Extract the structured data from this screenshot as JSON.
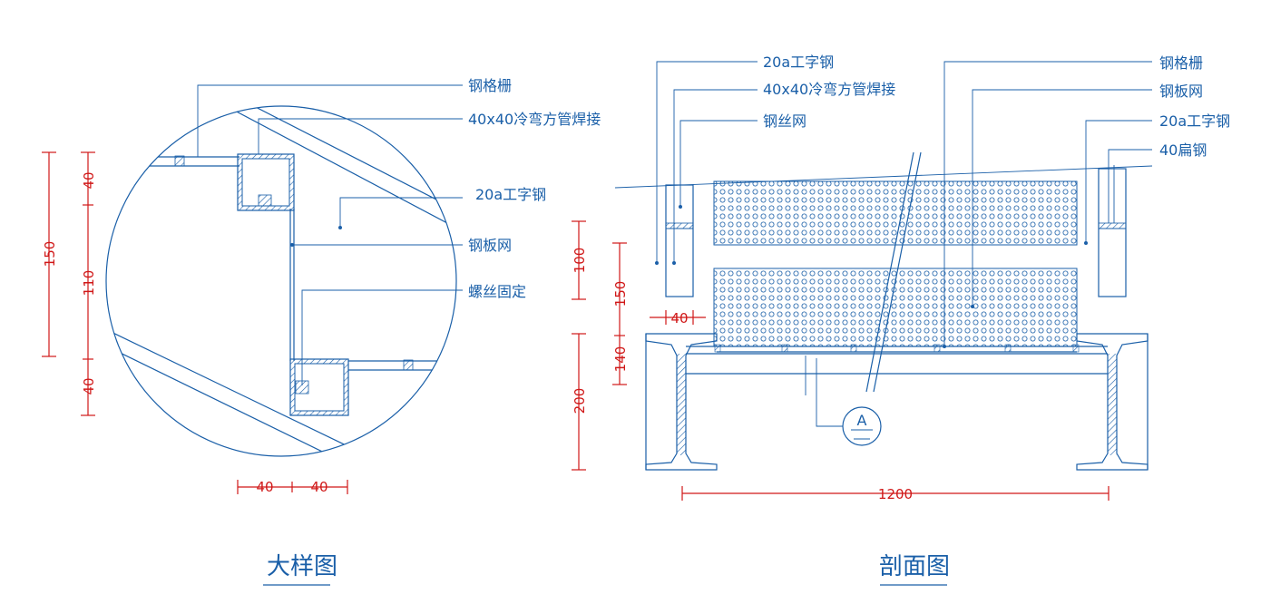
{
  "colors": {
    "line": "#1a5fa8",
    "dimension": "#d01818",
    "background": "#ffffff"
  },
  "detail": {
    "title": "大样图",
    "labels": {
      "grating": "钢格栅",
      "tube": "40x40冷弯方管焊接",
      "ibeam": "20a工字钢",
      "plate": "钢板网",
      "screw": "螺丝固定"
    },
    "dims": {
      "total": "150",
      "top": "40",
      "mid": "110",
      "bottom": "40",
      "b1": "40",
      "b2": "40"
    }
  },
  "section": {
    "title": "剖面图",
    "labels": {
      "ibeam_left": "20a工字钢",
      "tube": "40x40冷弯方管焊接",
      "wire": "钢丝网",
      "grating": "钢格栅",
      "plate": "钢板网",
      "ibeam_right": "20a工字钢",
      "flat": "40扁钢"
    },
    "dims": {
      "d100": "100",
      "d150": "150",
      "d140": "140",
      "d200": "200",
      "w40": "40",
      "w1200": "1200"
    },
    "marker": "A"
  }
}
